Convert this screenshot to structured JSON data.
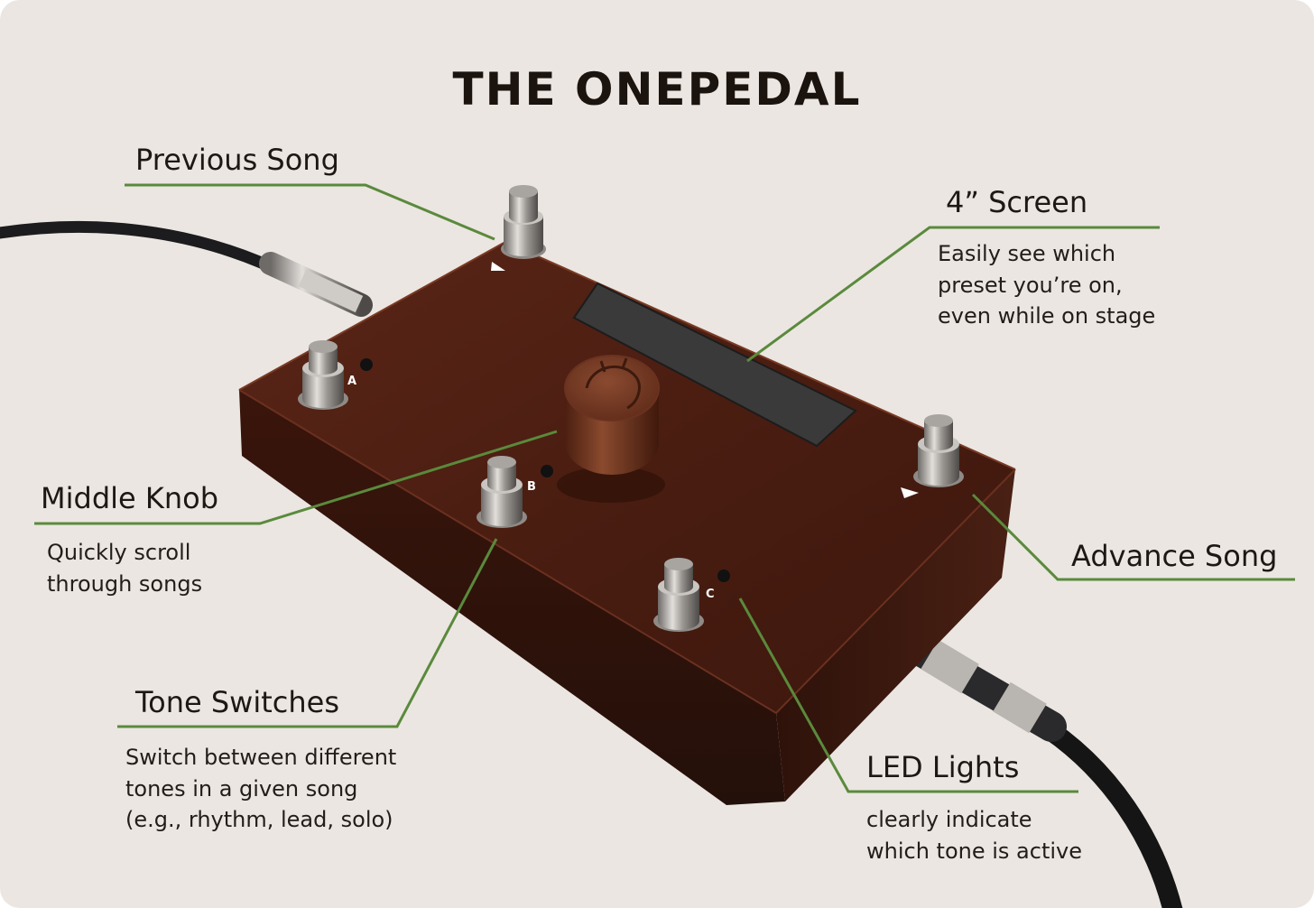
{
  "title": "THE ONEPEDAL",
  "callouts": {
    "previous_song": {
      "heading": "Previous Song"
    },
    "screen": {
      "heading": "4” Screen",
      "description": "Easily see which\npreset you’re on,\neven while on stage"
    },
    "middle_knob": {
      "heading": "Middle Knob",
      "description": "Quickly scroll\nthrough songs"
    },
    "advance_song": {
      "heading": "Advance Song"
    },
    "tone_switches": {
      "heading": "Tone Switches",
      "description": "Switch between different\ntones in a given song\n(e.g., rhythm, lead, solo)"
    },
    "led_lights": {
      "heading": "LED Lights",
      "description": "clearly indicate\nwhich tone is active"
    }
  },
  "switch_letters": [
    "A",
    "B",
    "C"
  ],
  "colors": {
    "background": "#ebe6e2",
    "leader_line": "#5a8a3c",
    "enclosure": "#4a1e12",
    "text": "#1d1814"
  }
}
